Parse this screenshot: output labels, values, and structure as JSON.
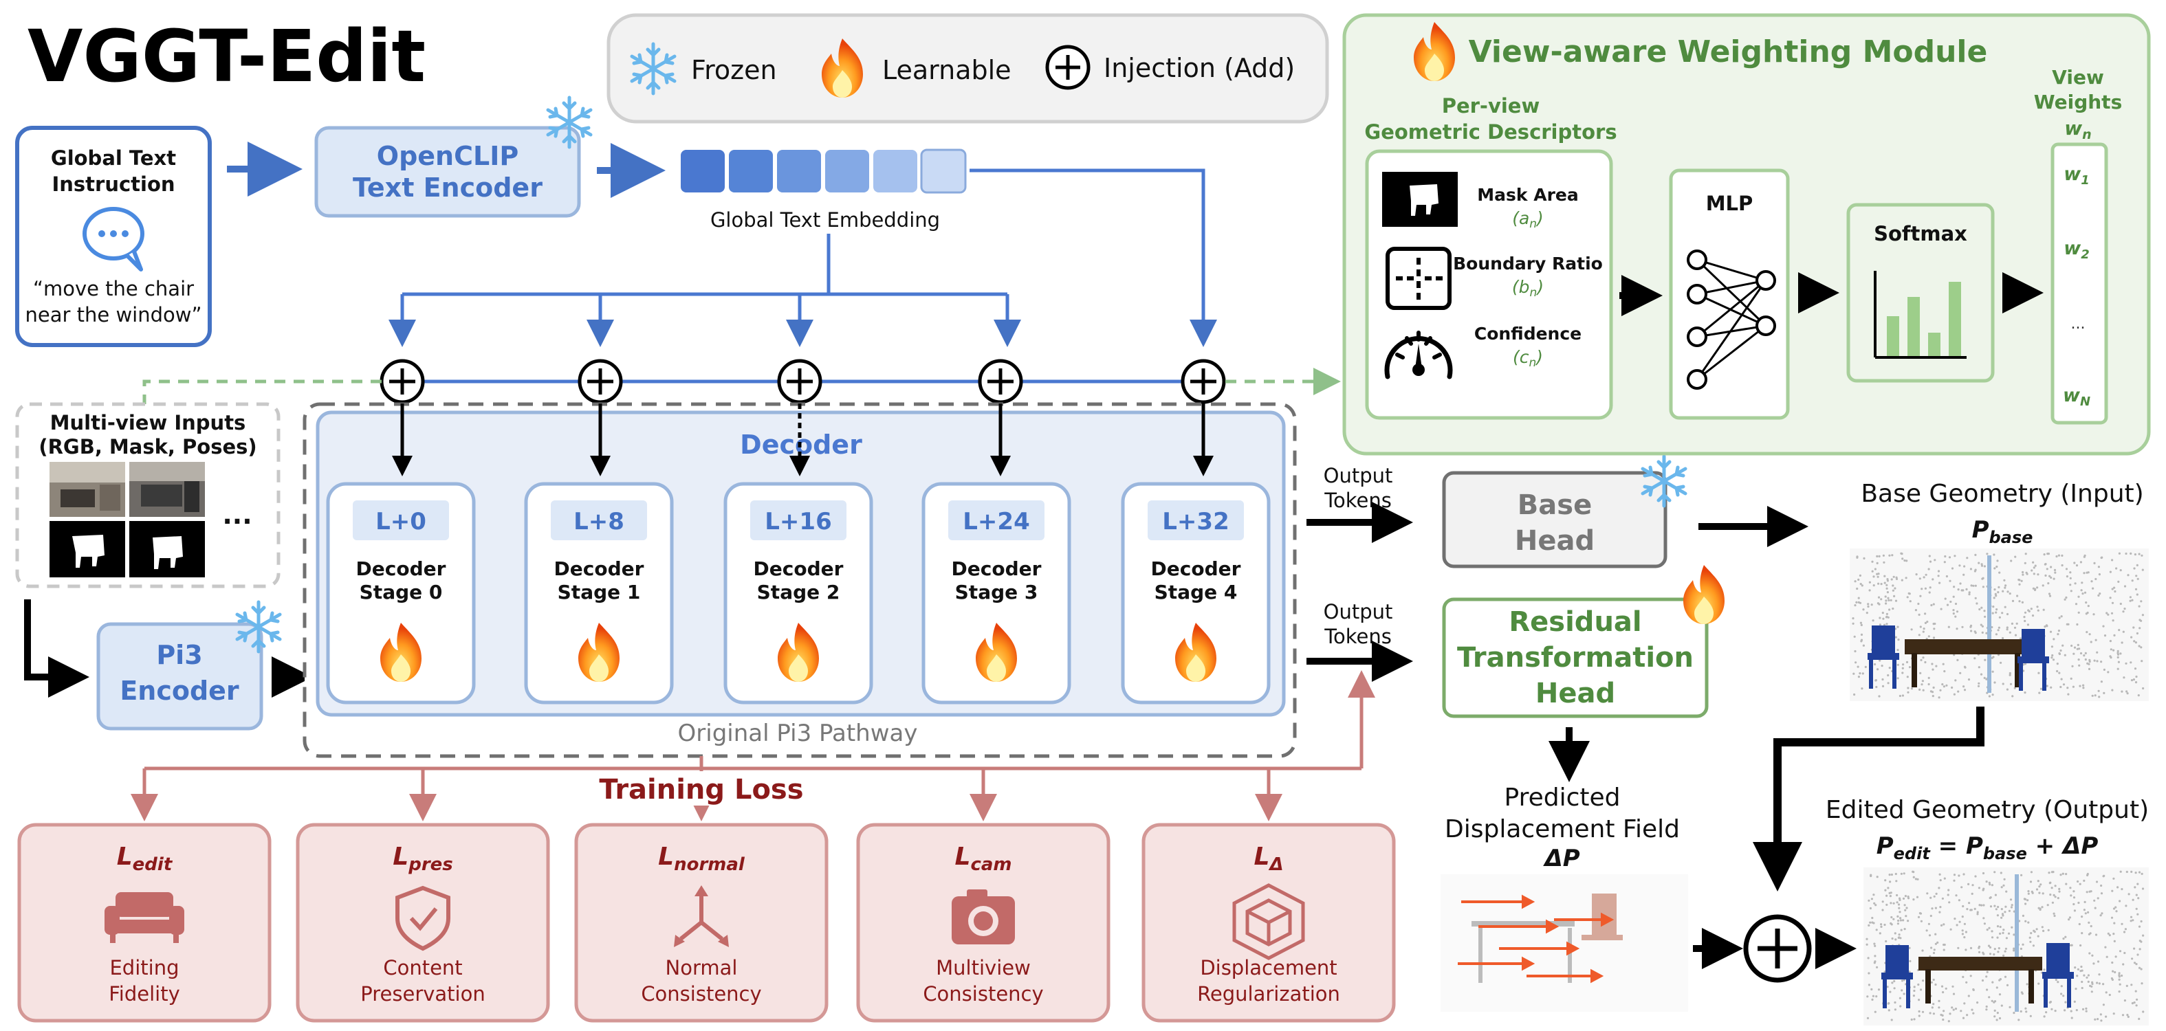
{
  "title": "VGGT-Edit",
  "legend": {
    "frozen": "Frozen",
    "learnable": "Learnable",
    "injection": "Injection (Add)"
  },
  "text_input": {
    "title_l1": "Global Text",
    "title_l2": "Instruction",
    "quote_l1": "“move the chair",
    "quote_l2": "near the window”"
  },
  "openclip": {
    "l1": "OpenCLIP",
    "l2": "Text Encoder"
  },
  "embedding_label": "Global Text Embedding",
  "multiview": {
    "l1": "Multi-view Inputs",
    "l2": "(RGB, Mask, Poses)",
    "ellipsis": "..."
  },
  "pi3_encoder": {
    "l1": "Pi3",
    "l2": "Encoder"
  },
  "decoder": {
    "title": "Decoder",
    "pathway": "Original Pi3 Pathway",
    "stages": [
      {
        "layer": "L+0",
        "l1": "Decoder",
        "l2": "Stage 0"
      },
      {
        "layer": "L+8",
        "l1": "Decoder",
        "l2": "Stage 1"
      },
      {
        "layer": "L+16",
        "l1": "Decoder",
        "l2": "Stage 2"
      },
      {
        "layer": "L+24",
        "l1": "Decoder",
        "l2": "Stage 3"
      },
      {
        "layer": "L+32",
        "l1": "Decoder",
        "l2": "Stage 4"
      }
    ]
  },
  "output_tokens": {
    "l1": "Output",
    "l2": "Tokens"
  },
  "base_head": {
    "l1": "Base",
    "l2": "Head"
  },
  "residual_head": {
    "l1": "Residual",
    "l2": "Transformation",
    "l3": "Head"
  },
  "base_geometry": {
    "label": "Base Geometry (Input)",
    "symbol": "P",
    "sub": "base"
  },
  "displacement": {
    "l1": "Predicted",
    "l2": "Displacement Field",
    "symbol": "ΔP"
  },
  "edited_geometry": {
    "label": "Edited Geometry (Output)",
    "formula": "P",
    "sub": "edit",
    "eq": " = P",
    "sub2": "base",
    "plus": " + ΔP"
  },
  "view_module": {
    "title": "View-aware Weighting Module",
    "desc_l1": "Per-view",
    "desc_l2": "Geometric Descriptors",
    "items": [
      {
        "name": "Mask Area",
        "sym": "(a",
        "sub": "n",
        "end": ")"
      },
      {
        "name": "Boundary Ratio",
        "sym": "(b",
        "sub": "n",
        "end": ")"
      },
      {
        "name": "Confidence",
        "sym": "(c",
        "sub": "n",
        "end": ")"
      }
    ],
    "mlp": "MLP",
    "softmax": "Softmax",
    "weights_l1": "View",
    "weights_l2": "Weights",
    "weights_sym": "w",
    "weights_sub": "n",
    "w1": "w",
    "w1_sub": "1",
    "w2": "w",
    "w2_sub": "2",
    "wdots": "...",
    "wN": "w",
    "wN_sub": "N"
  },
  "training_loss": {
    "title": "Training Loss",
    "losses": [
      {
        "sym": "L",
        "sub": "edit",
        "l1": "Editing",
        "l2": "Fidelity",
        "icon": "sofa-icon"
      },
      {
        "sym": "L",
        "sub": "pres",
        "l1": "Content",
        "l2": "Preservation",
        "icon": "shield-check-icon"
      },
      {
        "sym": "L",
        "sub": "normal",
        "l1": "Normal",
        "l2": "Consistency",
        "icon": "axes-icon"
      },
      {
        "sym": "L",
        "sub": "cam",
        "l1": "Multiview",
        "l2": "Consistency",
        "icon": "camera-icon"
      },
      {
        "sym": "L",
        "sub": "Δ",
        "l1": "Displacement",
        "l2": "Regularization",
        "icon": "cube-icon"
      }
    ]
  },
  "colors": {
    "blue": "#4472c4",
    "green": "#7cab6a",
    "red": "#c0504d",
    "dark_red": "#8b1a1a",
    "gray": "#707070"
  }
}
